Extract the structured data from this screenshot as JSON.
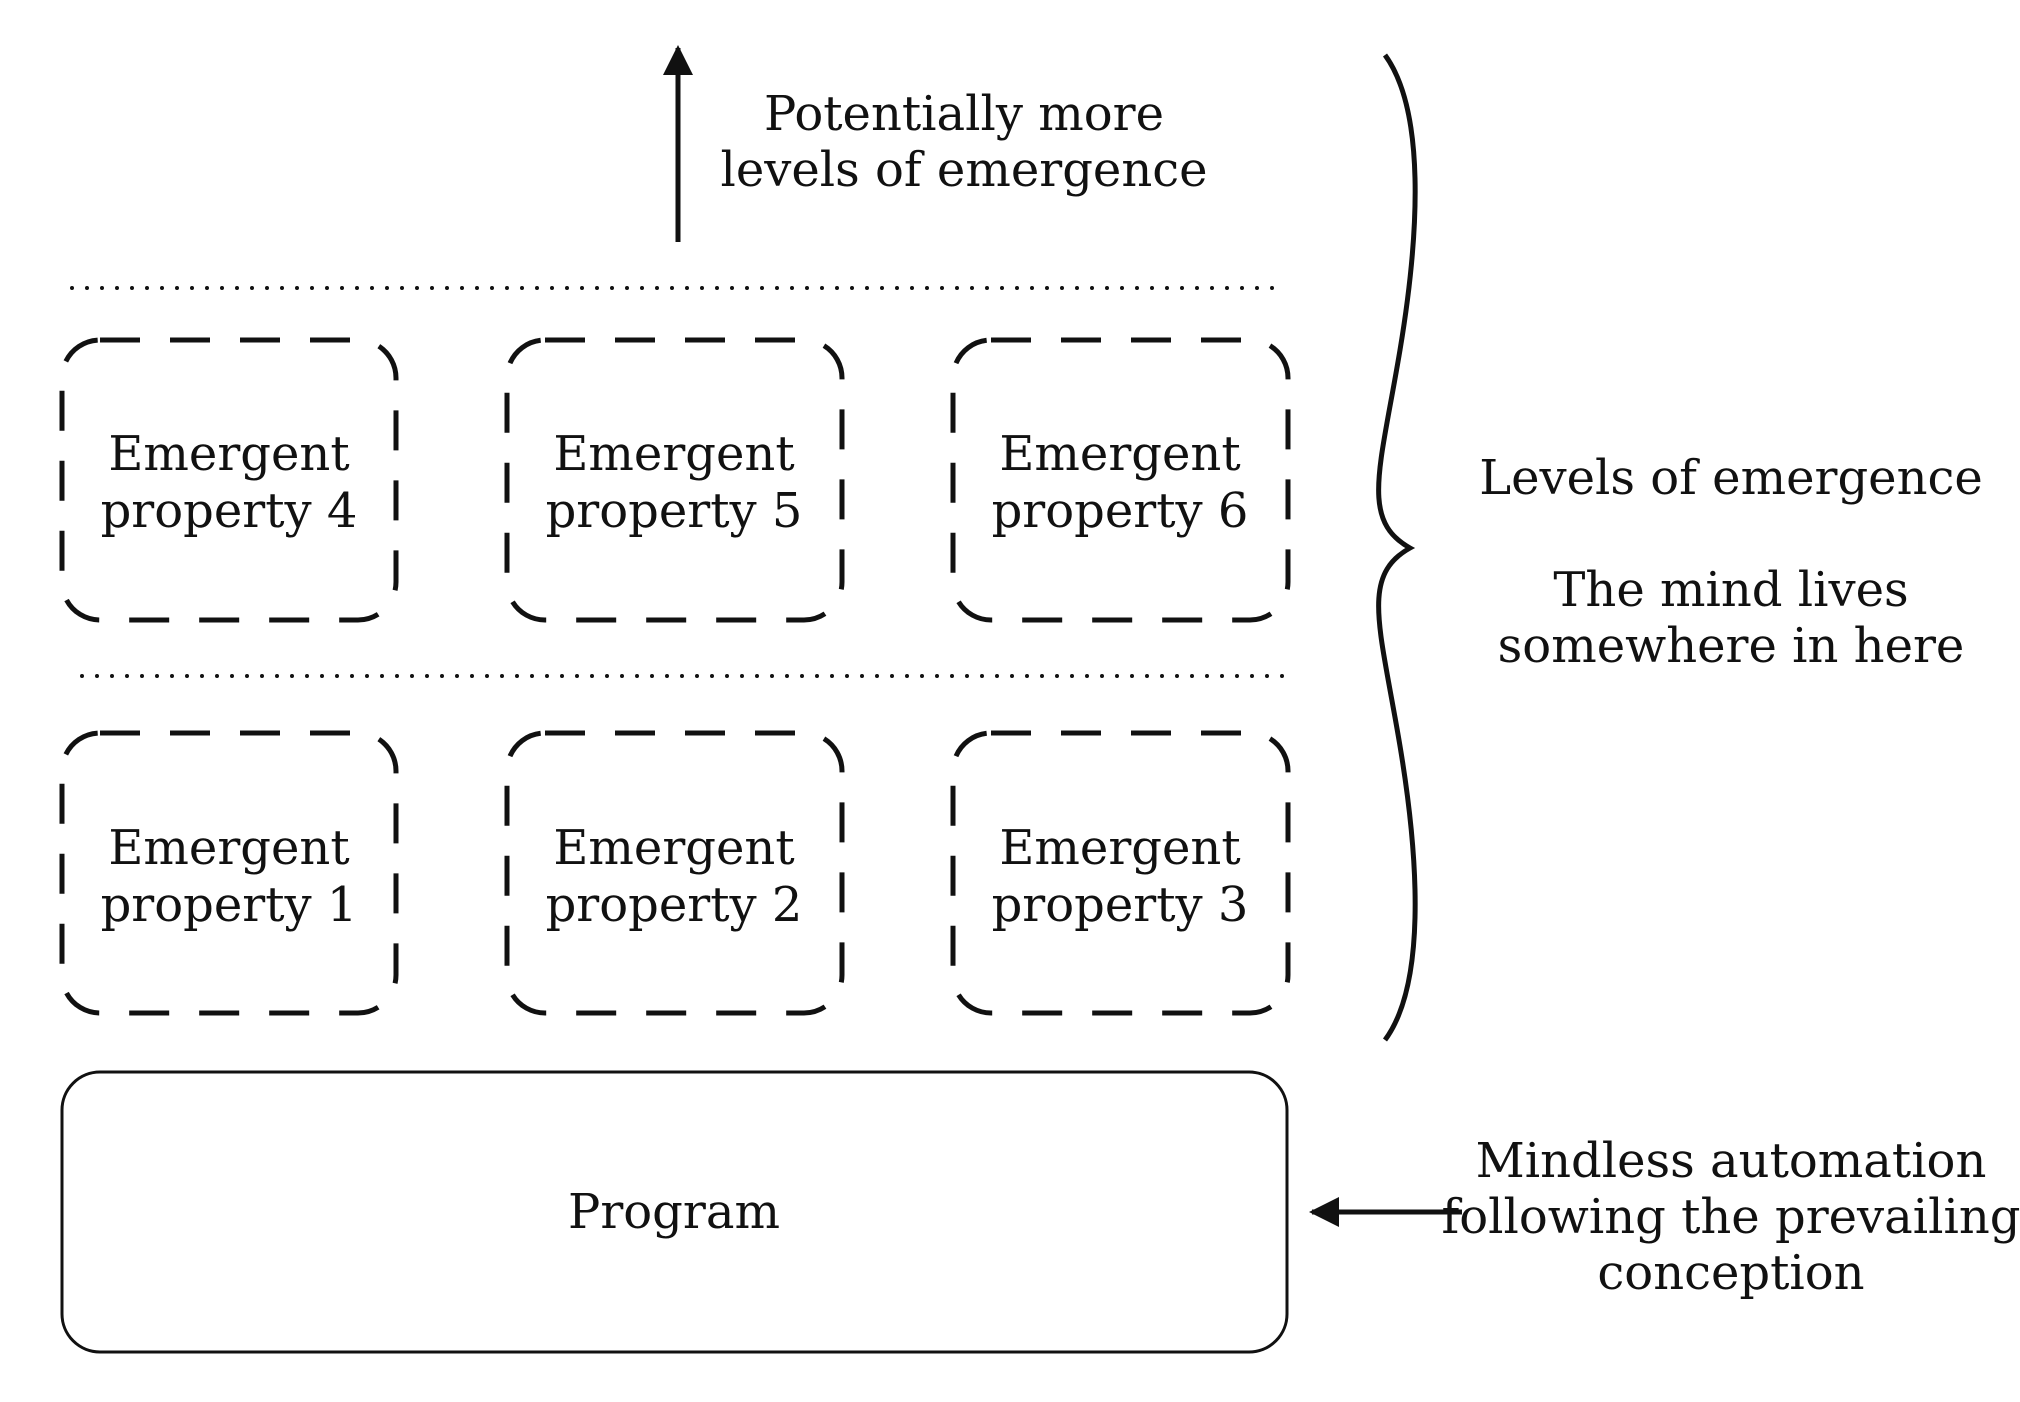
{
  "top_note": {
    "line1": "Potentially more",
    "line2": "levels of emergence"
  },
  "upper_level": [
    {
      "line1": "Emergent",
      "line2": "property 4"
    },
    {
      "line1": "Emergent",
      "line2": "property 5"
    },
    {
      "line1": "Emergent",
      "line2": "property 6"
    }
  ],
  "lower_level": [
    {
      "line1": "Emergent",
      "line2": "property 1"
    },
    {
      "line1": "Emergent",
      "line2": "property 2"
    },
    {
      "line1": "Emergent",
      "line2": "property 3"
    }
  ],
  "program": {
    "label": "Program"
  },
  "brace_note": {
    "title": "Levels of emergence",
    "line1": "The mind lives",
    "line2": "somewhere in here"
  },
  "program_note": {
    "line1": "Mindless automation",
    "line2": "following the prevailing",
    "line3": "conception"
  }
}
